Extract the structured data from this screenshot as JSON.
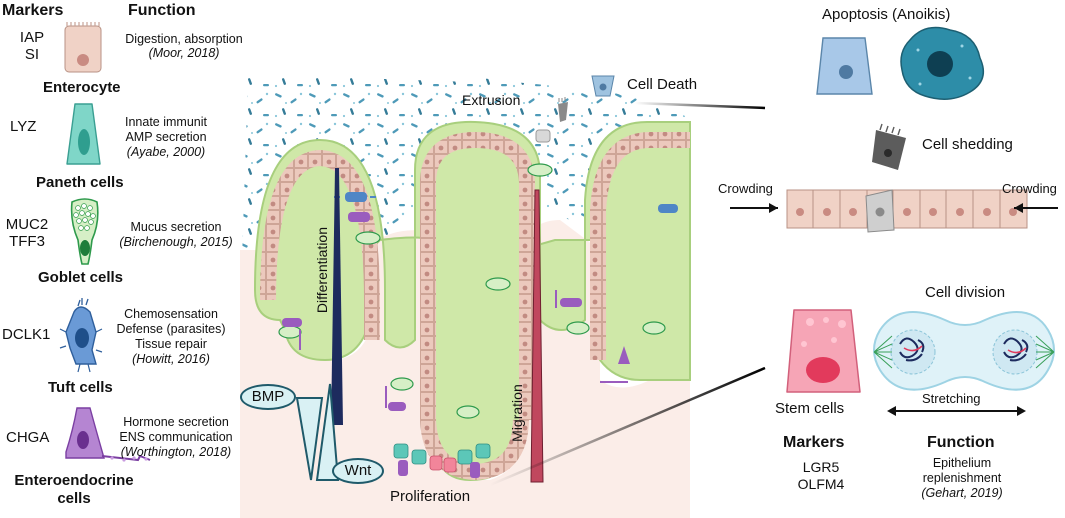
{
  "left_table": {
    "markers_header": "Markers",
    "function_header": "Function",
    "rows": [
      {
        "name": "Enterocyte",
        "markers": "IAP\nSI",
        "function": "Digestion, absorption",
        "reference": "(Moor, 2018)"
      },
      {
        "name": "Paneth cells",
        "markers": "LYZ",
        "function": "Innate immunit\nAMP secretion",
        "reference": "(Ayabe, 2000)"
      },
      {
        "name": "Goblet cells",
        "markers": "MUC2\nTFF3",
        "function": "Mucus secretion",
        "reference": "(Birchenough, 2015)"
      },
      {
        "name": "Tuft cells",
        "markers": "DCLK1",
        "function": "Chemosensation\nDefense (parasites)\nTissue repair",
        "reference": "(Howitt, 2016)"
      },
      {
        "name": "Enteroendocrine\ncells",
        "markers": "CHGA",
        "function": "Hormone secretion\nENS communication",
        "reference": "(Worthington, 2018)"
      }
    ]
  },
  "crypt": {
    "differentiation": "Differentiation",
    "migration": "Migration",
    "extrusion": "Extrusion",
    "cell_death": "Cell Death",
    "proliferation": "Proliferation",
    "bmp": "BMP",
    "wnt": "Wnt"
  },
  "right_panel": {
    "apoptosis": "Apoptosis (Anoikis)",
    "cell_shedding": "Cell shedding",
    "crowding_left": "Crowding",
    "crowding_right": "Crowding",
    "cell_division": "Cell division",
    "stretching": "Stretching",
    "stem_cells": "Stem cells",
    "markers_header": "Markers",
    "markers": "LGR5\nOLFM4",
    "function_header": "Function",
    "function": "Epithelium\nreplenishment",
    "reference": "(Gehart, 2019)"
  },
  "colors": {
    "enterocyte": "#f0d2c6",
    "paneth": "#5cc7b8",
    "goblet": "#2e9a4c",
    "tuft": "#4f86c6",
    "enteroendocrine": "#9a5cbe",
    "villus_green": "#cfe8a8",
    "stem": "#f2859a",
    "differentiation_bar": "#1d2b5e",
    "migration_bar": "#c0475e"
  }
}
